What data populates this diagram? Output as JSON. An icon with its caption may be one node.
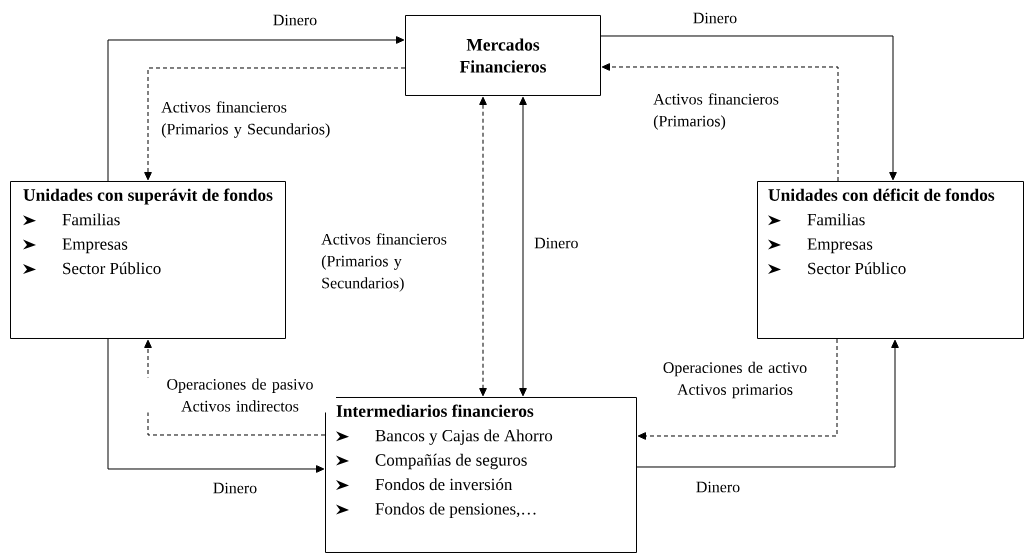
{
  "diagram": {
    "nodes": [
      {
        "text": [
          "Mercados Financieros"
        ]
      },
      {
        "text": [
          "Unidades con superávit de fondos",
          "Familias",
          "Empresas",
          "Sector Público"
        ]
      },
      {
        "text": [
          "Unidades con déficit de fondos",
          "Familias",
          "Empresas",
          "Sector Público"
        ]
      },
      {
        "text": [
          "Intermediarios financieros",
          "Bancos y Cajas de Ahorro",
          "Compañías de seguros",
          "Fondos de inversión",
          "Fondos de pensiones,…"
        ]
      }
    ],
    "edges": [
      {
        "from": 1,
        "to": 0,
        "arrow": "to",
        "label": "Dinero"
      },
      {
        "from": 0,
        "to": 1,
        "arrow": "to",
        "label": "Activos financieros (Primarios y Secundarios)",
        "style": "dashed"
      },
      {
        "from": 0,
        "to": 2,
        "arrow": "to",
        "label": "Dinero"
      },
      {
        "from": 2,
        "to": 0,
        "arrow": "to",
        "label": "Activos financieros (Primarios)",
        "style": "dashed"
      },
      {
        "from": 0,
        "to": 3,
        "arrow": "both",
        "label": "Activos financieros (Primarios y Secundarios)",
        "style": "dashed"
      },
      {
        "from": 0,
        "to": 3,
        "arrow": "both",
        "label": "Dinero"
      },
      {
        "from": 3,
        "to": 1,
        "arrow": "to",
        "label": "Operaciones de pasivo Activos indirectos",
        "style": "dashed"
      },
      {
        "from": 1,
        "to": 3,
        "arrow": "to",
        "label": "Dinero"
      },
      {
        "from": 2,
        "to": 3,
        "arrow": "to",
        "label": "Operaciones de activo Activos primarios",
        "style": "dashed"
      },
      {
        "from": 3,
        "to": 2,
        "arrow": "to",
        "label": "Dinero"
      }
    ]
  }
}
